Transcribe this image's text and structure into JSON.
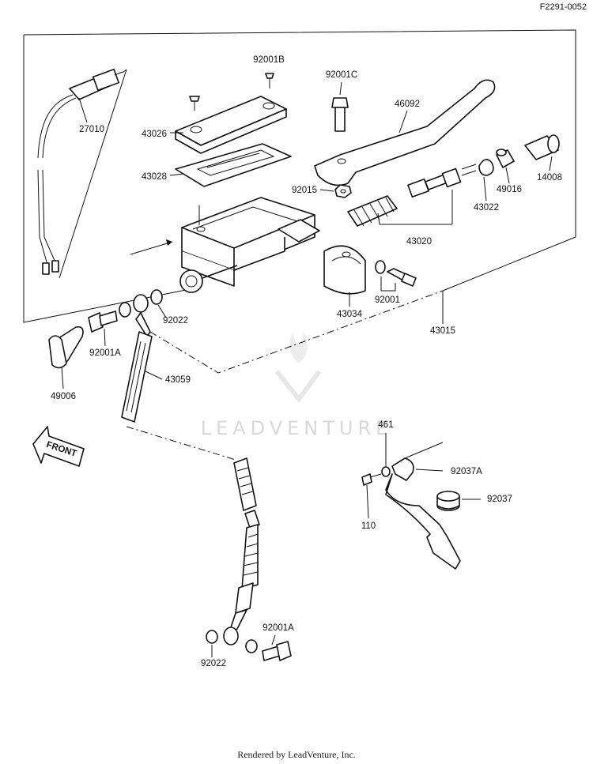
{
  "drawing_code": "F2291-0052",
  "watermark": "LEADVENTURE",
  "footer": "Rendered by LeadVenture, Inc.",
  "front_arrow": "FRONT",
  "parts": {
    "p27010": "27010",
    "p92001B": "92001B",
    "p92001C": "92001C",
    "p46092": "46092",
    "p43026": "43026",
    "p43028": "43028",
    "p92015": "92015",
    "p14008": "14008",
    "p49016": "49016",
    "p43022": "43022",
    "p43020": "43020",
    "p92001": "92001",
    "p43034": "43034",
    "p43015": "43015",
    "p92022_top": "92022",
    "p92001A_top": "92001A",
    "p49006": "49006",
    "p43059": "43059",
    "p461": "461",
    "p92037A": "92037A",
    "p92037": "92037",
    "p110": "110",
    "p92001A_bottom": "92001A",
    "p92022_bottom": "92022"
  }
}
